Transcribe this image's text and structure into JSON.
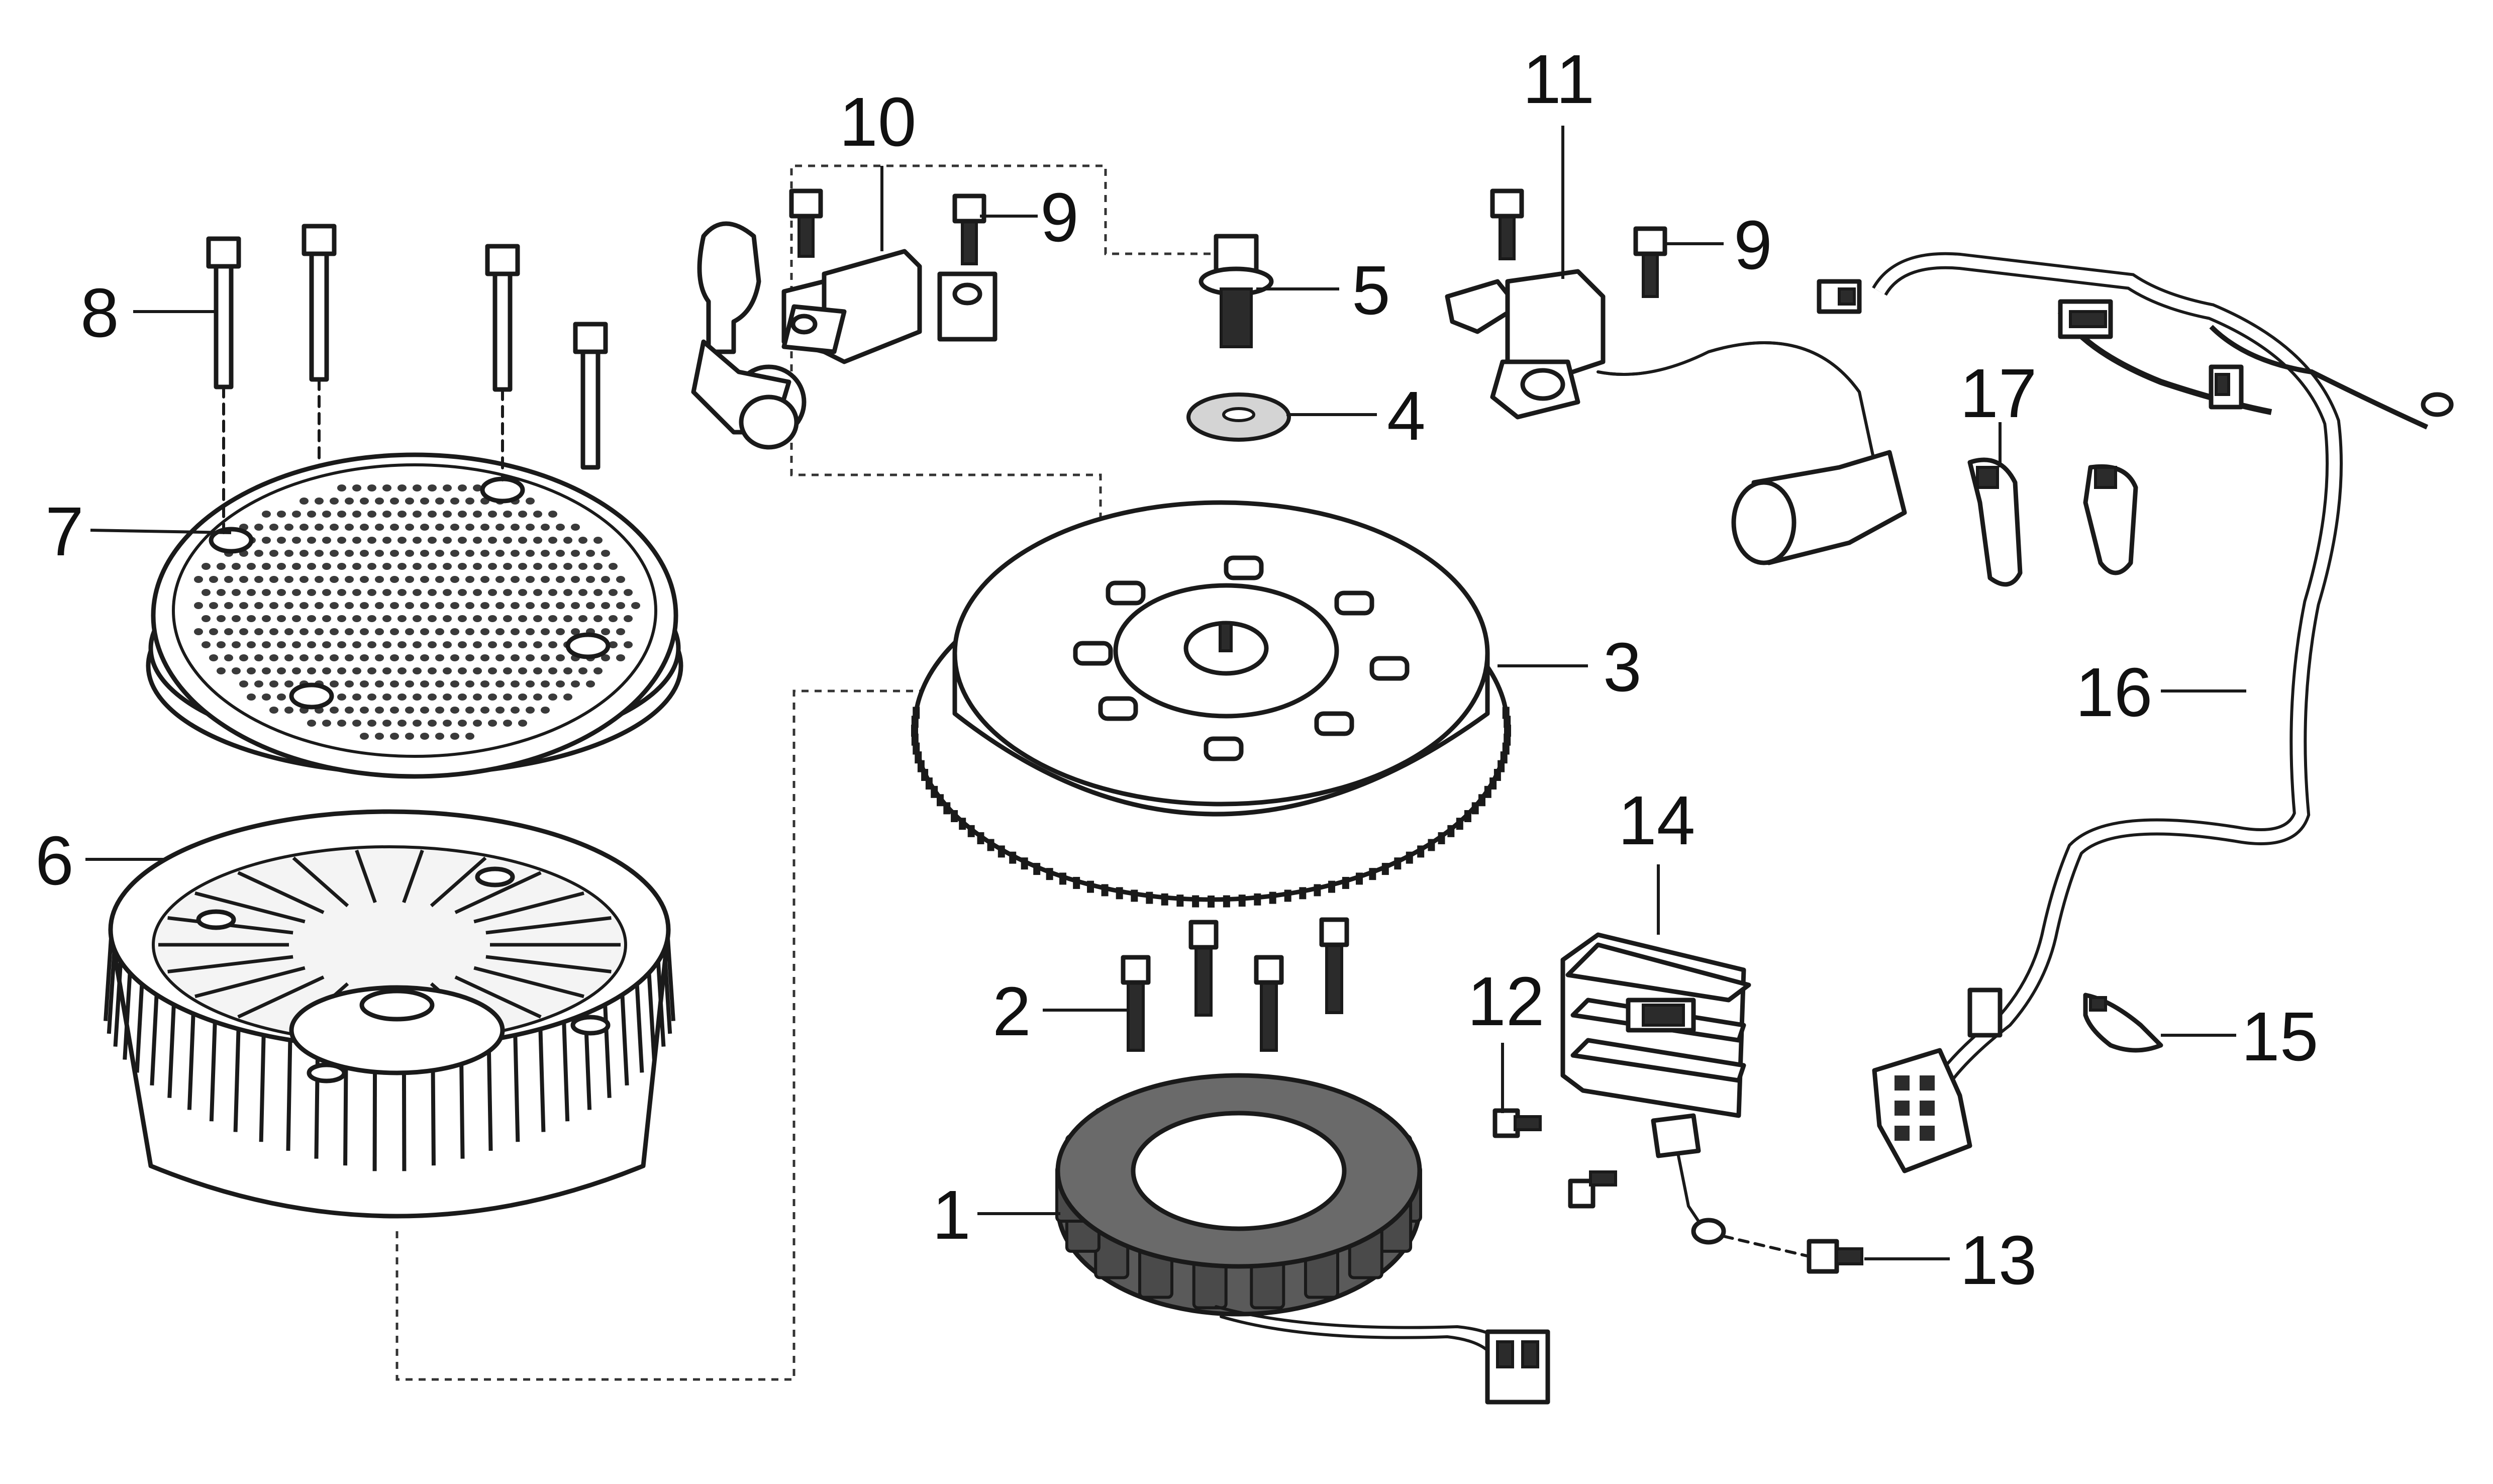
{
  "diagram": {
    "title": "",
    "callouts": [
      {
        "id": "1",
        "part": "stator"
      },
      {
        "id": "2",
        "part": "stator-screw"
      },
      {
        "id": "3",
        "part": "flywheel"
      },
      {
        "id": "4",
        "part": "washer"
      },
      {
        "id": "5",
        "part": "flywheel-bolt"
      },
      {
        "id": "6",
        "part": "cooling-fan"
      },
      {
        "id": "7",
        "part": "fan-screen"
      },
      {
        "id": "8",
        "part": "screen-bolt"
      },
      {
        "id": "9",
        "part": "coil-bolt"
      },
      {
        "id": "10",
        "part": "ignition-coil-left"
      },
      {
        "id": "11",
        "part": "ignition-coil-right"
      },
      {
        "id": "12",
        "part": "regulator-bolt"
      },
      {
        "id": "13",
        "part": "ground-bolt"
      },
      {
        "id": "14",
        "part": "voltage-regulator"
      },
      {
        "id": "15",
        "part": "harness-clip"
      },
      {
        "id": "16",
        "part": "wire-harness"
      },
      {
        "id": "17",
        "part": "cable-tie"
      }
    ]
  },
  "colors": {
    "ink": "#1a1a1a",
    "background": "#ffffff",
    "stator_fill": "#5a5a5a"
  }
}
